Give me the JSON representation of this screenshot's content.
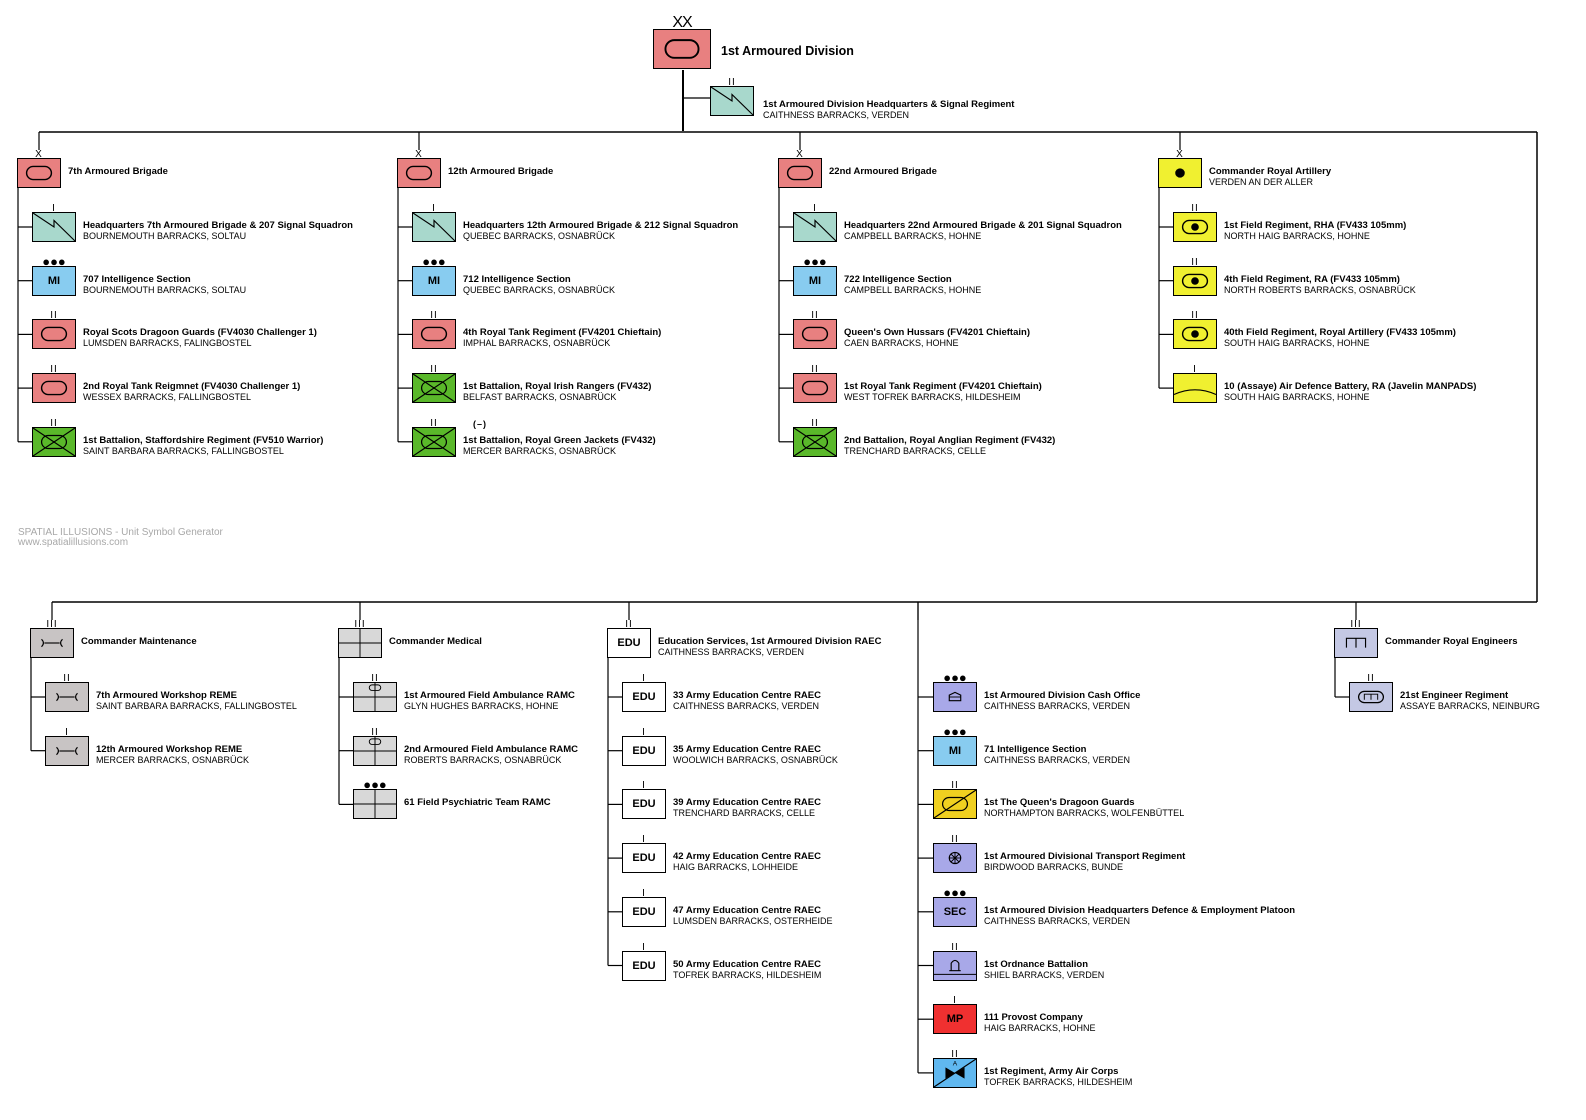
{
  "colors": {
    "armour": "#e88080",
    "signals": "#a8d8cc",
    "intelligence": "#88ccf0",
    "infantry": "#5ab82a",
    "artillery": "#f0f030",
    "maintenance": "#c8c4c4",
    "medical": "#d8d8d8",
    "service": "#a8a8e8",
    "engineers": "#c4c8e4",
    "police": "#f03030",
    "recce": "#f0d020",
    "aviation": "#60b8f0",
    "education": "#ffffff"
  },
  "division": {
    "echelon": "XX",
    "name": "1st Armoured Division",
    "symbol": "armour",
    "hq": {
      "echelon": "II",
      "name": "1st Armoured Division Headquarters & Signal Regiment",
      "location": "CAITHNESS BARRACKS, VERDEN",
      "symbol": "signals"
    }
  },
  "top_formations": [
    {
      "echelon": "X",
      "name": "7th Armoured Brigade",
      "location": "",
      "symbol": "armour",
      "units": [
        {
          "echelon": "I",
          "name": "Headquarters 7th Armoured Brigade & 207 Signal Squadron",
          "location": "BOURNEMOUTH BARRACKS, SOLTAU",
          "symbol": "signals"
        },
        {
          "echelon": "●●●",
          "name": "707 Intelligence Section",
          "location": "BOURNEMOUTH BARRACKS, SOLTAU",
          "symbol": "intelligence",
          "text": "MI"
        },
        {
          "echelon": "II",
          "name": "Royal Scots Dragoon Guards (FV4030 Challenger 1)",
          "location": "LUMSDEN BARRACKS, FALINGBOSTEL",
          "symbol": "armour"
        },
        {
          "echelon": "II",
          "name": "2nd Royal Tank Reigmnet (FV4030 Challenger 1)",
          "location": "WESSEX BARRACKS, FALLINGBOSTEL",
          "symbol": "armour"
        },
        {
          "echelon": "II",
          "name": "1st Battalion, Staffordshire Regiment (FV510 Warrior)",
          "location": "SAINT BARBARA BARRACKS, FALLINGBOSTEL",
          "symbol": "mech-infantry"
        }
      ]
    },
    {
      "echelon": "X",
      "name": "12th Armoured Brigade",
      "location": "",
      "symbol": "armour",
      "units": [
        {
          "echelon": "I",
          "name": "Headquarters 12th Armoured Brigade & 212 Signal Squadron",
          "location": "QUEBEC BARRACKS, OSNABRÜCK",
          "symbol": "signals"
        },
        {
          "echelon": "●●●",
          "name": "712 Intelligence Section",
          "location": "QUEBEC BARRACKS, OSNABRÜCK",
          "symbol": "intelligence",
          "text": "MI"
        },
        {
          "echelon": "II",
          "name": "4th Royal Tank Regiment (FV4201 Chieftain)",
          "location": "IMPHAL BARRACKS, OSNABRÜCK",
          "symbol": "armour"
        },
        {
          "echelon": "II",
          "name": "1st Battalion, Royal Irish Rangers (FV432)",
          "location": "BELFAST BARRACKS, OSNABRÜCK",
          "symbol": "apc-infantry"
        },
        {
          "echelon": "II",
          "modifier": "(–)",
          "name": "1st Battalion, Royal Green Jackets (FV432)",
          "location": "MERCER BARRACKS, OSNABRÜCK",
          "symbol": "apc-infantry"
        }
      ]
    },
    {
      "echelon": "X",
      "name": "22nd Armoured Brigade",
      "location": "",
      "symbol": "armour",
      "units": [
        {
          "echelon": "I",
          "name": "Headquarters 22nd Armoured Brigade & 201 Signal Squadron",
          "location": "CAMPBELL BARRACKS, HOHNE",
          "symbol": "signals"
        },
        {
          "echelon": "●●●",
          "name": "722 Intelligence Section",
          "location": "CAMPBELL BARRACKS, HOHNE",
          "symbol": "intelligence",
          "text": "MI"
        },
        {
          "echelon": "II",
          "name": "Queen's Own Hussars (FV4201 Chieftain)",
          "location": "CAEN BARRACKS, HOHNE",
          "symbol": "armour"
        },
        {
          "echelon": "II",
          "name": "1st Royal Tank Regiment (FV4201 Chieftain)",
          "location": "WEST TOFREK BARRACKS, HILDESHEIM",
          "symbol": "armour"
        },
        {
          "echelon": "II",
          "name": "2nd Battalion, Royal Anglian Regiment (FV432)",
          "location": "TRENCHARD BARRACKS, CELLE",
          "symbol": "apc-infantry"
        }
      ]
    },
    {
      "echelon": "X",
      "name": "Commander Royal Artillery",
      "location": "VERDEN AN DER ALLER",
      "symbol": "artillery",
      "units": [
        {
          "echelon": "II",
          "name": "1st Field Regiment, RHA (FV433 105mm)",
          "location": "NORTH HAIG BARRACKS, HOHNE",
          "symbol": "sp-artillery"
        },
        {
          "echelon": "II",
          "name": "4th Field Regiment, RA (FV433 105mm)",
          "location": "NORTH ROBERTS BARRACKS, OSNABRÜCK",
          "symbol": "sp-artillery"
        },
        {
          "echelon": "II",
          "name": "40th Field Regiment, Royal Artillery (FV433 105mm)",
          "location": "SOUTH HAIG BARRACKS, HOHNE",
          "symbol": "sp-artillery"
        },
        {
          "echelon": "I",
          "name": "10 (Assaye) Air Defence Battery, RA (Javelin MANPADS)",
          "location": "SOUTH HAIG BARRACKS, HOHNE",
          "symbol": "air-defence"
        }
      ]
    }
  ],
  "bottom_formations": [
    {
      "echelon": "III",
      "name": "Commander Maintenance",
      "location": "",
      "symbol": "maintenance",
      "units": [
        {
          "echelon": "II",
          "name": "7th Armoured Workshop REME",
          "location": "SAINT BARBARA BARRACKS, FALLINGBOSTEL",
          "symbol": "maintenance"
        },
        {
          "echelon": "I",
          "name": "12th Armoured Workshop REME",
          "location": "MERCER BARRACKS, OSNABRÜCK",
          "symbol": "maintenance"
        }
      ]
    },
    {
      "echelon": "III",
      "name": "Commander Medical",
      "location": "",
      "symbol": "medical",
      "units": [
        {
          "echelon": "II",
          "name": "1st Armoured Field Ambulance RAMC",
          "location": "GLYN HUGHES BARRACKS, HOHNE",
          "symbol": "medical-wheeled"
        },
        {
          "echelon": "II",
          "name": "2nd Armoured Field Ambulance RAMC",
          "location": "ROBERTS BARRACKS, OSNABRÜCK",
          "symbol": "medical-wheeled"
        },
        {
          "echelon": "●●●",
          "name": "61 Field Psychiatric Team RAMC",
          "location": "",
          "symbol": "medical"
        }
      ]
    },
    {
      "echelon": "II",
      "name": "Education Services, 1st Armoured Division RAEC",
      "location": "CAITHNESS BARRACKS, VERDEN",
      "symbol": "education",
      "text": "EDU",
      "units": [
        {
          "echelon": "I",
          "name": "33 Army Education Centre RAEC",
          "location": "CAITHNESS BARRACKS, VERDEN",
          "symbol": "education",
          "text": "EDU"
        },
        {
          "echelon": "I",
          "name": "35 Army Education Centre RAEC",
          "location": "WOOLWICH BARRACKS, OSNABRÜCK",
          "symbol": "education",
          "text": "EDU"
        },
        {
          "echelon": "I",
          "name": "39 Army Education Centre RAEC",
          "location": "TRENCHARD BARRACKS, CELLE",
          "symbol": "education",
          "text": "EDU"
        },
        {
          "echelon": "I",
          "name": "42 Army Education Centre RAEC",
          "location": "HAIG BARRACKS, LOHHEIDE",
          "symbol": "education",
          "text": "EDU"
        },
        {
          "echelon": "I",
          "name": "47 Army Education Centre RAEC",
          "location": "LUMSDEN BARRACKS, OSTERHEIDE",
          "symbol": "education",
          "text": "EDU"
        },
        {
          "echelon": "I",
          "name": "50 Army Education Centre RAEC",
          "location": "TOFREK BARRACKS, HILDESHEIM",
          "symbol": "education",
          "text": "EDU"
        }
      ]
    },
    {
      "echelon": "",
      "name": "",
      "location": "",
      "symbol": "none",
      "units": [
        {
          "echelon": "●●●",
          "name": "1st Armoured Division Cash Office",
          "location": "CAITHNESS BARRACKS, VERDEN",
          "symbol": "finance"
        },
        {
          "echelon": "●●●",
          "name": "71 Intelligence Section",
          "location": "CAITHNESS BARRACKS, VERDEN",
          "symbol": "intelligence",
          "text": "MI"
        },
        {
          "echelon": "II",
          "name": "1st The Queen's Dragoon Guards",
          "location": "NORTHAMPTON BARRACKS, WOLFENBÜTTEL",
          "symbol": "recce"
        },
        {
          "echelon": "II",
          "name": "1st Armoured Divisional Transport Regiment",
          "location": "BIRDWOOD BARRACKS, BUNDE",
          "symbol": "transport"
        },
        {
          "echelon": "●●●",
          "name": "1st Armoured Division Headquarters Defence & Employment Platoon",
          "location": "CAITHNESS BARRACKS, VERDEN",
          "symbol": "service",
          "text": "SEC"
        },
        {
          "echelon": "II",
          "name": "1st Ordnance Battalion",
          "location": "SHIEL BARRACKS, VERDEN",
          "symbol": "ordnance"
        },
        {
          "echelon": "I",
          "name": "111 Provost Company",
          "location": "HAIG BARRACKS, HOHNE",
          "symbol": "police",
          "text": "MP"
        },
        {
          "echelon": "II",
          "name": "1st Regiment, Army Air Corps",
          "location": "TOFREK BARRACKS, HILDESHEIM",
          "symbol": "aviation"
        }
      ]
    },
    {
      "echelon": "III",
      "name": "Commander Royal Engineers",
      "location": "",
      "symbol": "engineers",
      "units": [
        {
          "echelon": "II",
          "name": "21st Engineer Regiment",
          "location": "ASSAYE BARRACKS, NEINBURG",
          "symbol": "engineers-armoured"
        }
      ]
    }
  ],
  "watermark": {
    "line1": "SPATIAL ILLUSIONS - Unit Symbol Generator",
    "line2": "www.spatialillusions.com"
  }
}
